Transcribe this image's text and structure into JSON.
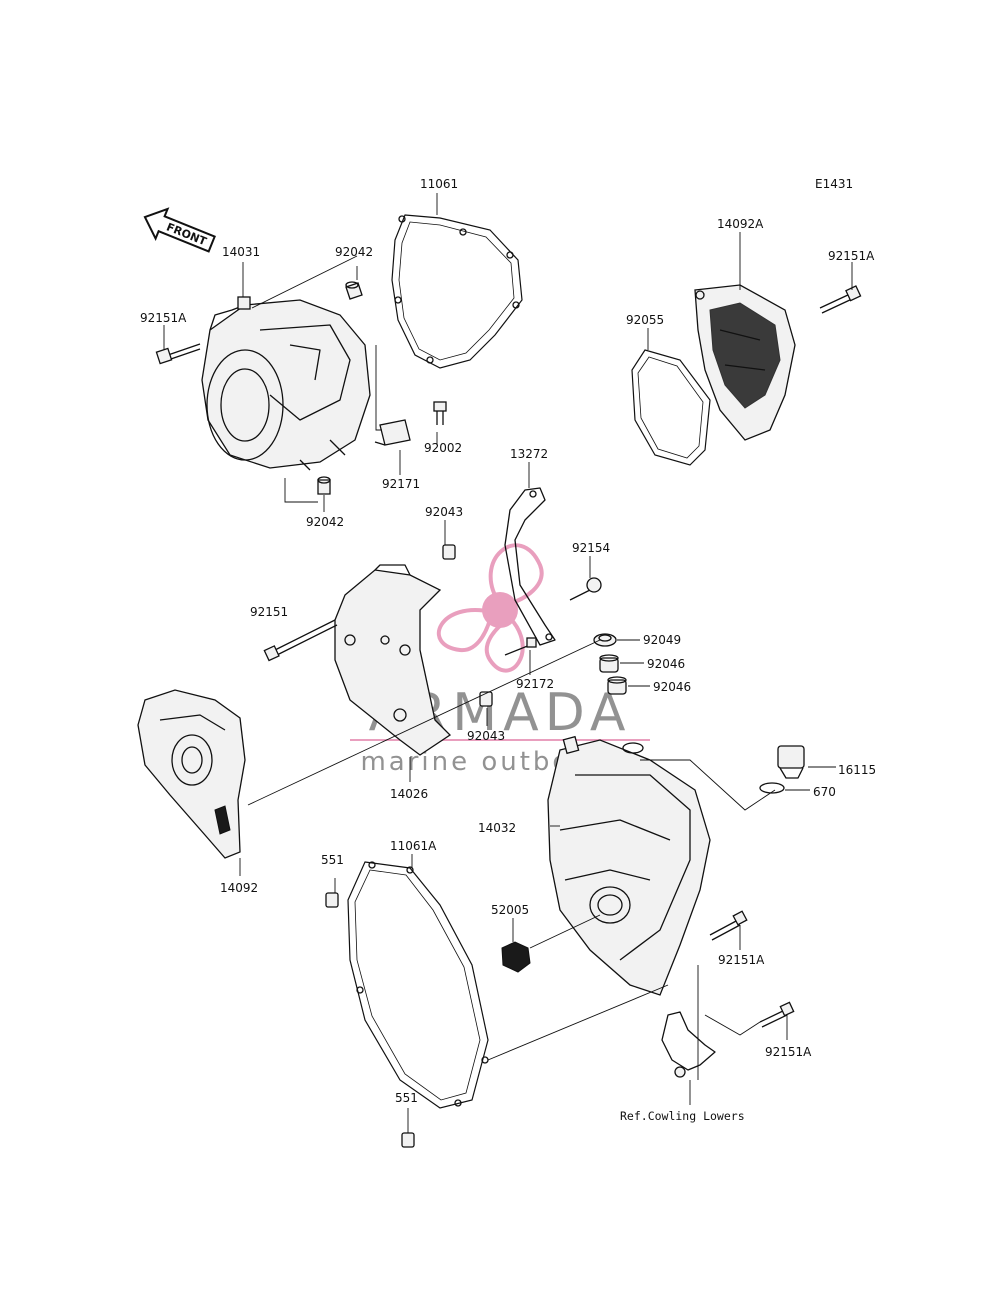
{
  "diagram_code": "E1431",
  "front_arrow_label": "FRONT",
  "reference_note": "Ref.Cowling Lowers",
  "watermark": {
    "brand": "ARMADA",
    "tagline": "marine outboards",
    "brand_color": "#808080",
    "accent_color": "#e68fb3"
  },
  "labels": {
    "p11061": "11061",
    "p92042_top": "92042",
    "p14031": "14031",
    "p92151A_left": "92151A",
    "p92002": "92002",
    "p92171": "92171",
    "p92042_bottom": "92042",
    "p14092A": "14092A",
    "p92151A_right": "92151A",
    "p92055": "92055",
    "p13272": "13272",
    "p92043_top": "92043",
    "p92154": "92154",
    "p92151": "92151",
    "p92049": "92049",
    "p92046_a": "92046",
    "p92046_b": "92046",
    "p92172": "92172",
    "p92043_bottom": "92043",
    "p14026": "14026",
    "p16115": "16115",
    "p670": "670",
    "p14032": "14032",
    "p14092": "14092",
    "p551_top": "551",
    "p11061A": "11061A",
    "p52005": "52005",
    "p92151A_mid": "92151A",
    "p92151A_low": "92151A",
    "p551_bottom": "551"
  }
}
